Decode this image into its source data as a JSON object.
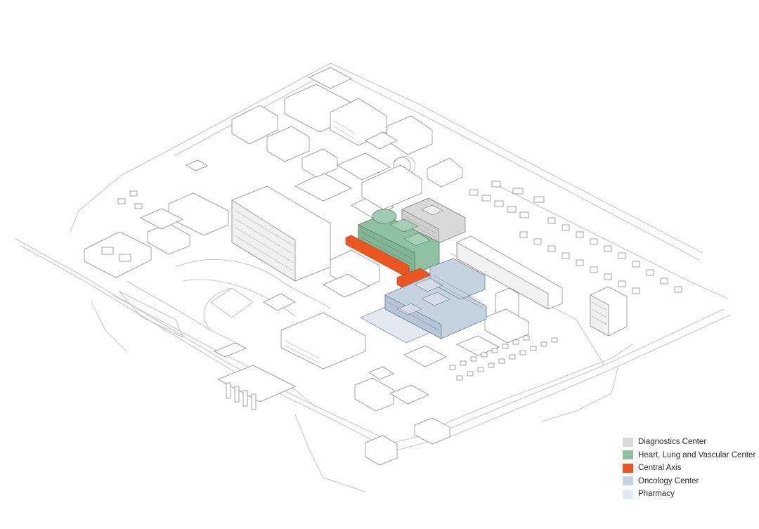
{
  "legend": {
    "items": [
      {
        "label": "Diagnostics Center",
        "color": "#d9d9d9"
      },
      {
        "label": "Heart, Lung and Vascular Center",
        "color": "#8fc1a2"
      },
      {
        "label": "Central Axis",
        "color": "#ea5520"
      },
      {
        "label": "Oncology Center",
        "color": "#c5d2e0"
      },
      {
        "label": "Pharmacy",
        "color": "#e3e9f1"
      }
    ]
  }
}
